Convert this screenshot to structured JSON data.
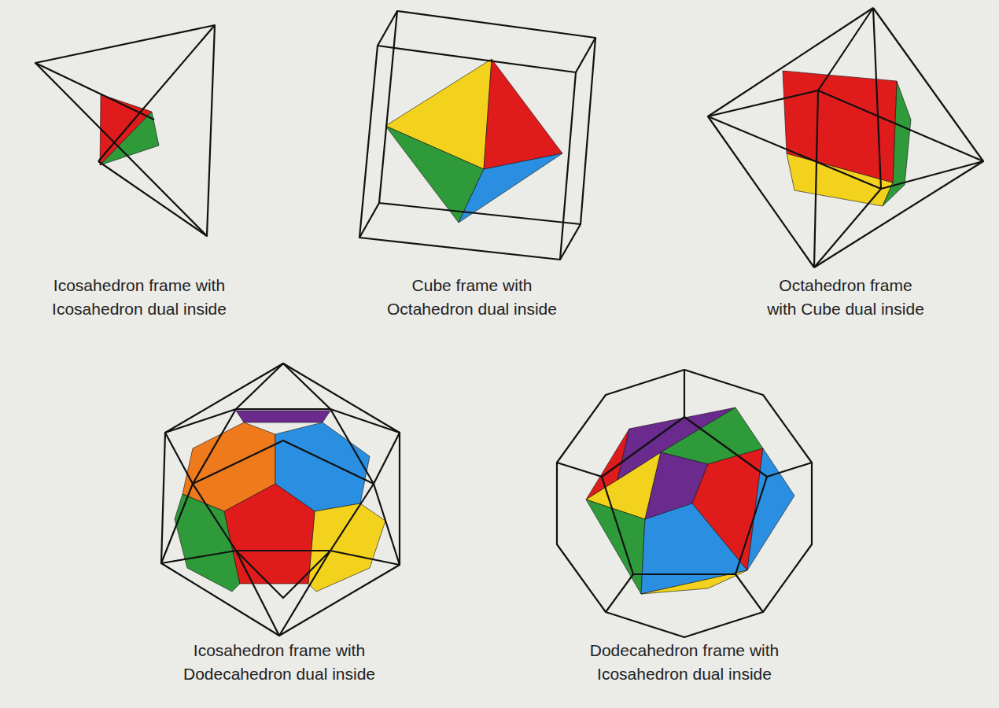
{
  "diagram": {
    "labels": [
      "Icosahedron frame with Icosahedron dual inside",
      "Cube frame with Octahedron dual inside",
      "Octahedron frame with Cube dual inside",
      "Icosahedron frame with Dodecahedron dual inside",
      "Dodecahedron frame with Icosahedron dual inside"
    ]
  }
}
